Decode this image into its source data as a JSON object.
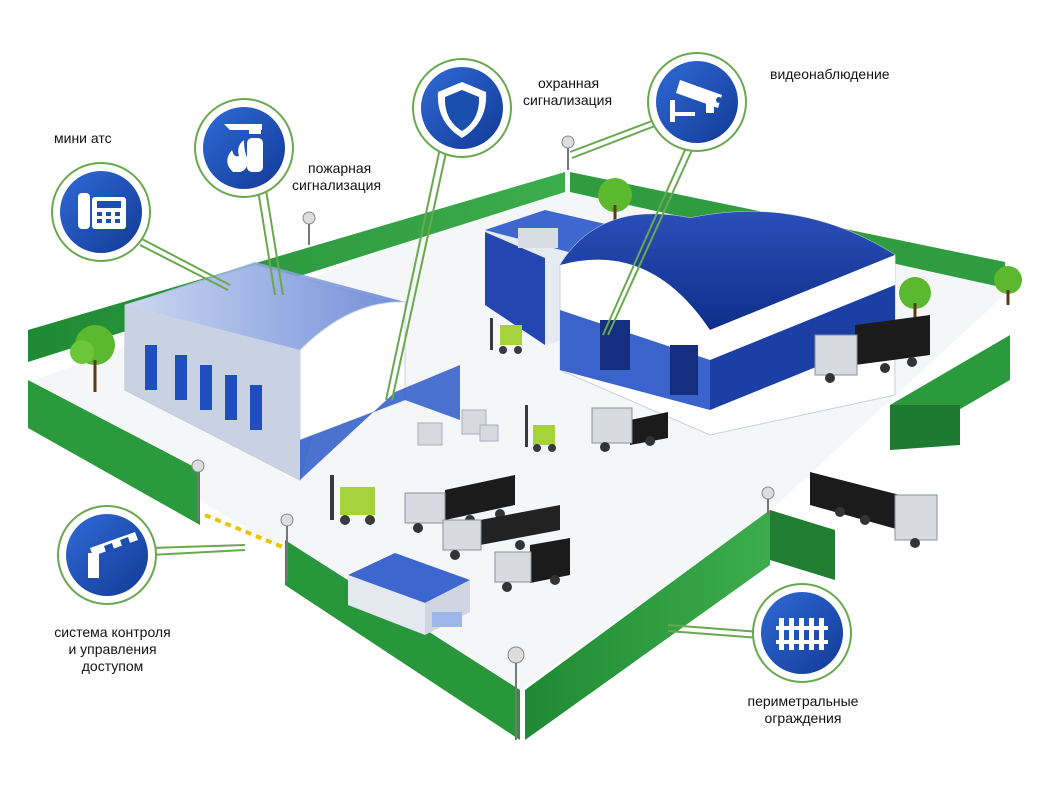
{
  "labels": {
    "mini_ats": "мини атс",
    "fire_line1": "пожарная",
    "fire_line2": "сигнализация",
    "security_line1": "охранная",
    "security_line2": "сигнализация",
    "video": "видеонаблюдение",
    "access_line1": "система контроля",
    "access_line2": "и управления",
    "access_line3": "доступом",
    "perimeter_line1": "периметральные",
    "perimeter_line2": "ограждения"
  },
  "icons": {
    "mini_ats": "phone-icon",
    "fire": "fire-extinguisher-icon",
    "security": "shield-icon",
    "video": "cctv-camera-icon",
    "access": "barrier-gate-icon",
    "perimeter": "fence-icon"
  },
  "colors": {
    "icon_blue": "#1a4fb0",
    "icon_ring": "#6aa84f",
    "fence_green": "#2e9a3e",
    "building_blue": "#1f3fa8",
    "tree_green": "#5cb82e"
  }
}
